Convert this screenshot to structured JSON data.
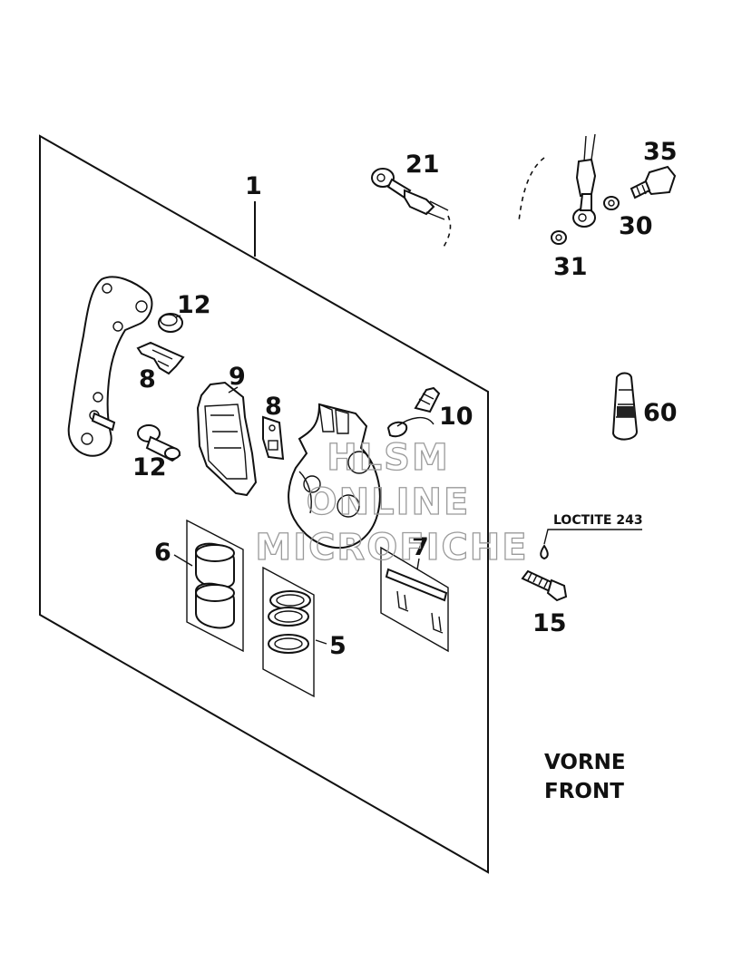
{
  "callouts": {
    "c1": "1",
    "c21": "21",
    "c35": "35",
    "c30": "30",
    "c31": "31",
    "c12a": "12",
    "c8a": "8",
    "c9": "9",
    "c8b": "8",
    "c10": "10",
    "c12b": "12",
    "c60": "60",
    "c6": "6",
    "c7": "7",
    "c5": "5",
    "c15": "15"
  },
  "notes": {
    "loctite": "LOCTITE 243"
  },
  "caption": {
    "line1": "VORNE",
    "line2": "FRONT"
  },
  "watermark": {
    "line1": "HLSM",
    "line2": "ONLINE",
    "line3": "MICROFICHE"
  }
}
